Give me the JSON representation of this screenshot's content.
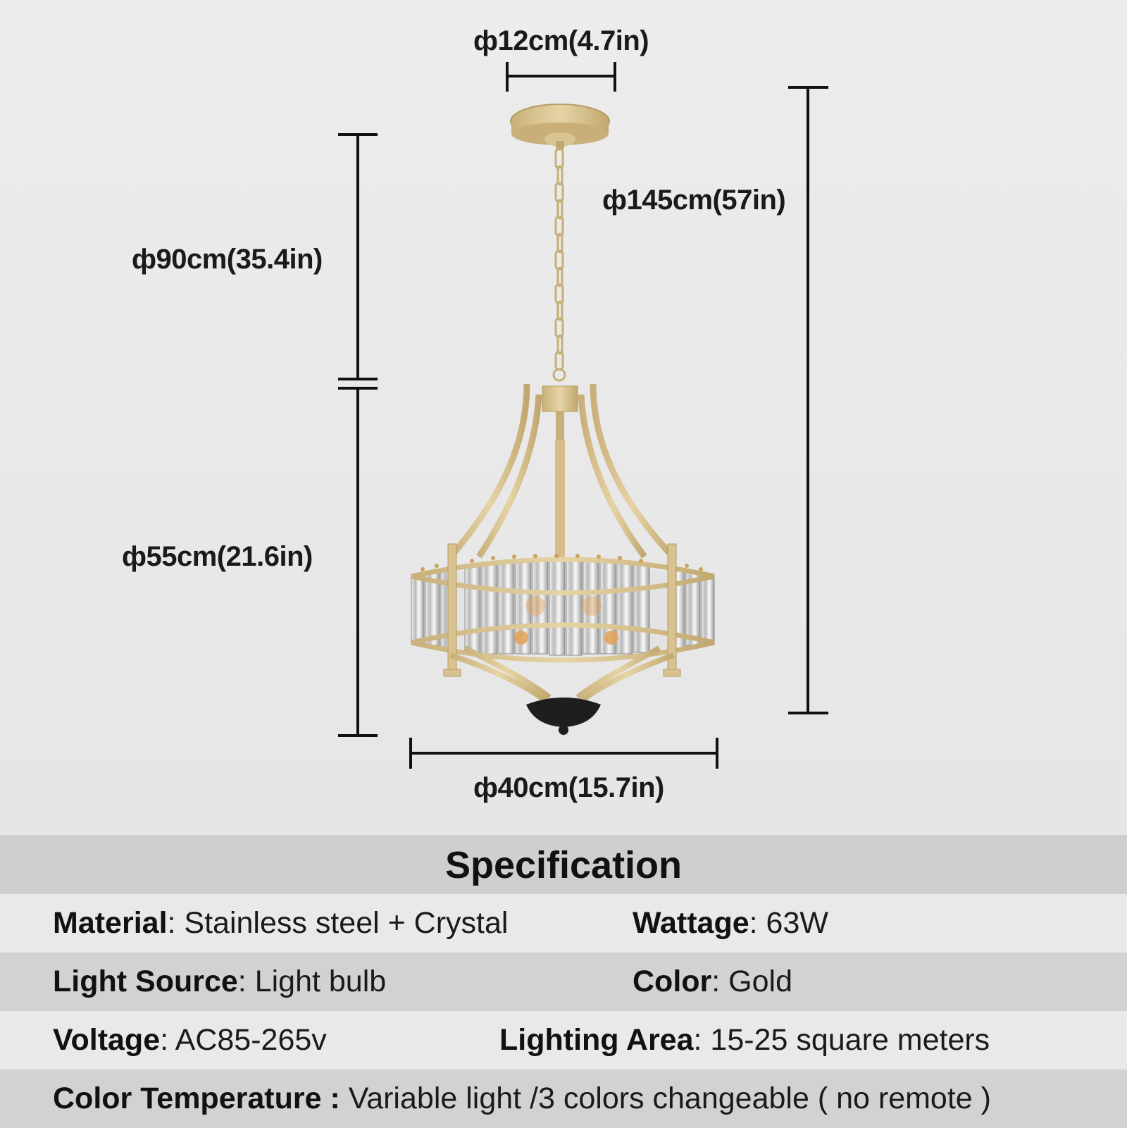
{
  "dimensions": {
    "canopy": "ф12cm(4.7in)",
    "chain": "ф90cm(35.4in)",
    "body_height": "ф55cm(21.6in)",
    "total_height": "ф145cm(57in)",
    "width": "ф40cm(15.7in)"
  },
  "specification": {
    "title": "Specification",
    "material_label": "Material",
    "material_value": ": Stainless steel + Crystal",
    "wattage_label": "Wattage",
    "wattage_value": ": 63W",
    "light_source_label": "Light Source",
    "light_source_value": ": Light bulb",
    "color_label": "Color",
    "color_value": ": Gold",
    "voltage_label": "Voltage",
    "voltage_value": ": AC85-265v",
    "lighting_area_label": "Lighting Area",
    "lighting_area_value": ": 15-25 square meters",
    "color_temp_label": "Color Temperature :",
    "color_temp_value": " Variable light /3 colors changeable ( no remote )"
  },
  "colors": {
    "gold": "#d6c08e",
    "gold_dark": "#b49b62",
    "ink": "#111111"
  }
}
